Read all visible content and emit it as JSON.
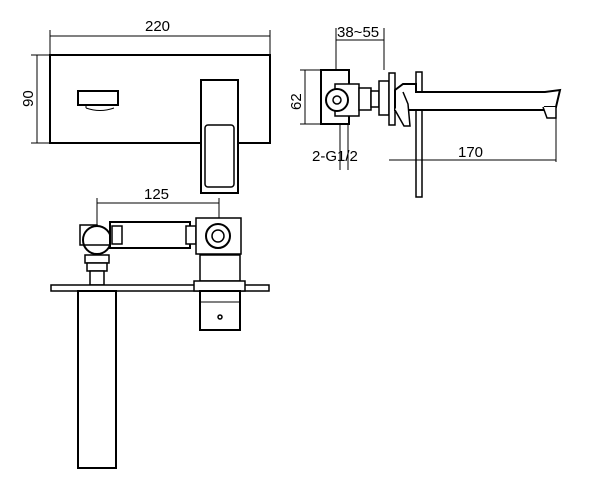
{
  "diagram": {
    "dimensions": {
      "front_width": "220",
      "front_height": "90",
      "spout_offset": "125",
      "wall_depth": "38~55",
      "side_height": "62",
      "spout_length": "170",
      "connection": "2-G1/2"
    }
  }
}
